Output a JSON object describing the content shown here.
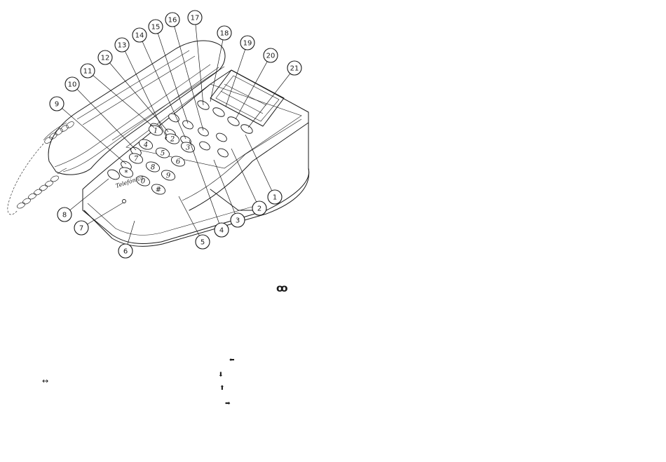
{
  "callouts": [
    "1",
    "2",
    "3",
    "4",
    "5",
    "6",
    "7",
    "8",
    "9",
    "10",
    "11",
    "12",
    "13",
    "14",
    "15",
    "16",
    "17",
    "18",
    "19",
    "20",
    "21"
  ],
  "keypad": [
    "1",
    "2",
    "3",
    "4",
    "5",
    "6",
    "7",
    "8",
    "9",
    "*",
    "0",
    "#"
  ],
  "brand_mark": "Telefónica",
  "legend_symbols": {
    "voicemail": "ꝏ",
    "left_arrow": "⬅",
    "down_arrow": "⬇",
    "up_arrow": "⬆",
    "right_arrow": "➡",
    "left_right_arrow": "↔"
  },
  "icons": {
    "voicemail": "voicemail-icon",
    "left_arrow": "arrow-left-icon",
    "down_arrow": "arrow-down-icon",
    "up_arrow": "arrow-up-icon",
    "right_arrow": "arrow-right-icon",
    "left_right_arrow": "arrow-left-right-icon"
  }
}
